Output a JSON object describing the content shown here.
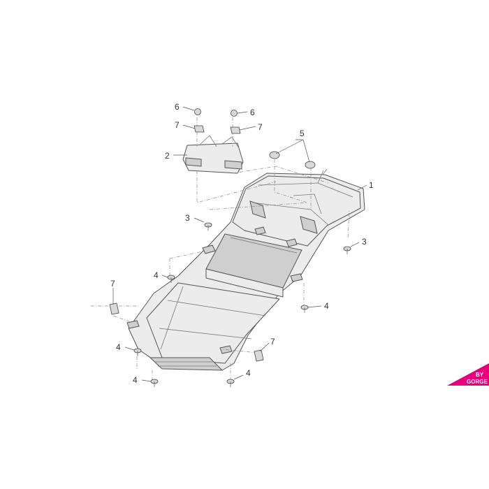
{
  "callouts": {
    "c1": "1",
    "c2": "2",
    "c3a": "3",
    "c3b": "3",
    "c4a": "4",
    "c4b": "4",
    "c4c": "4",
    "c4d": "4",
    "c4e": "4",
    "c5": "5",
    "c6a": "6",
    "c6b": "6",
    "c7a": "7",
    "c7b": "7",
    "c7c": "7",
    "c7d": "7"
  },
  "logo": {
    "line1": "BY",
    "line2": "GORGE",
    "color": "#e6007e"
  }
}
